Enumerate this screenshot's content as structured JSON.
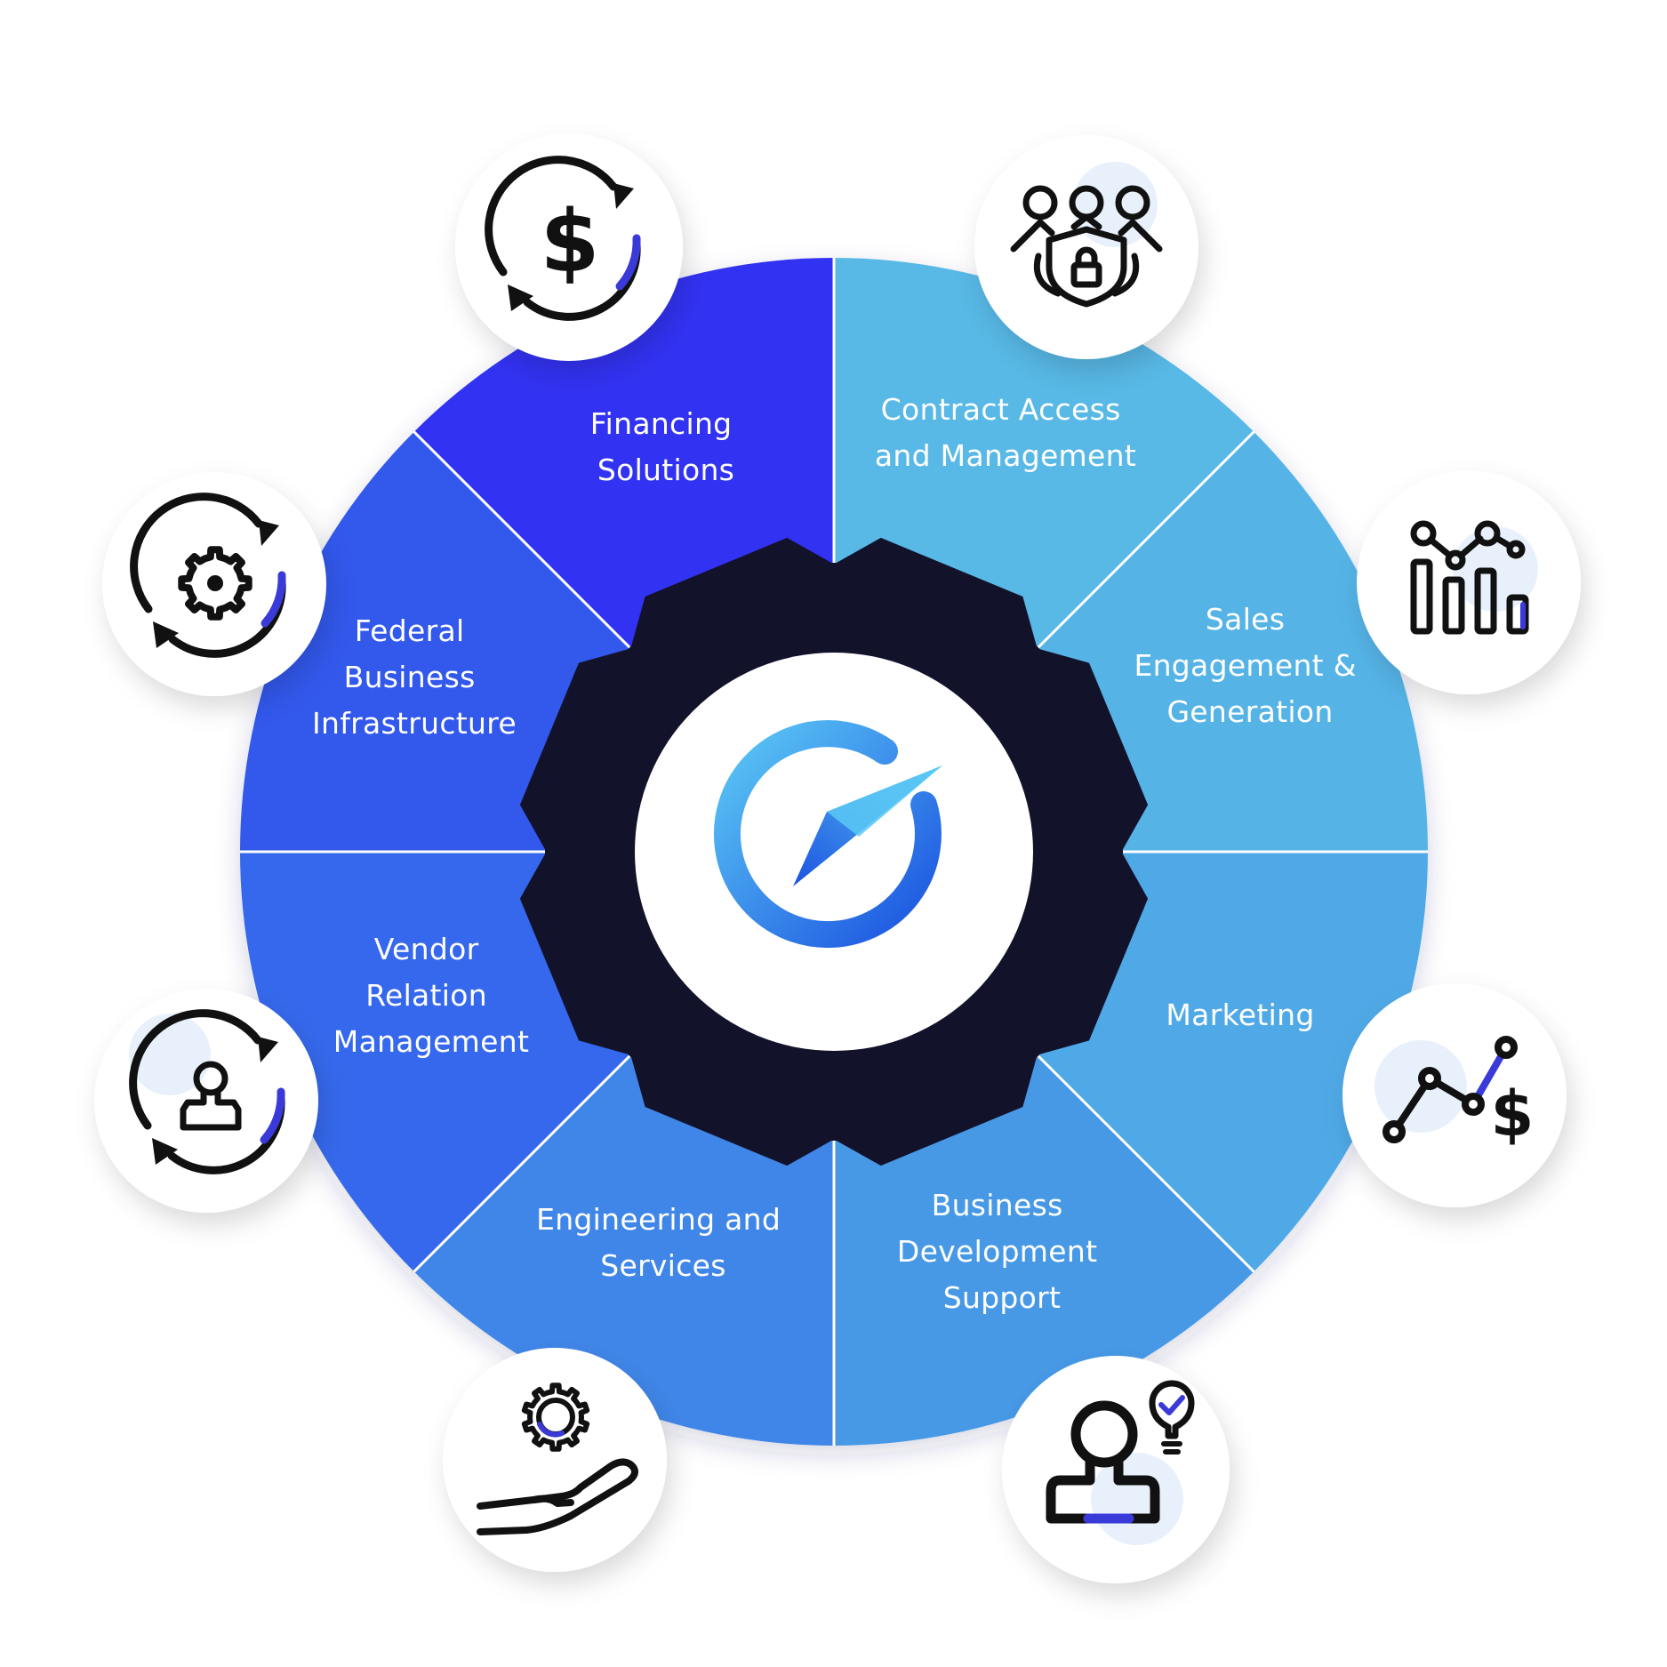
{
  "diagram": {
    "center_logo": "compass-logo-icon",
    "segments": [
      {
        "id": "financing-solutions",
        "label_lines": [
          "Financing",
          "Solutions"
        ],
        "color": "#3333F2",
        "icon": "dollar-cycle-icon"
      },
      {
        "id": "contract-access",
        "label_lines": [
          "Contract Access",
          "and Management"
        ],
        "color": "#58B8E6",
        "icon": "team-security-icon"
      },
      {
        "id": "sales-engagement",
        "label_lines": [
          "Sales",
          "Engagement &",
          "Generation"
        ],
        "color": "#55B3E6",
        "icon": "analytics-bars-icon"
      },
      {
        "id": "marketing",
        "label_lines": [
          "Marketing"
        ],
        "color": "#4FA9E6",
        "icon": "trend-dollar-icon"
      },
      {
        "id": "business-development",
        "label_lines": [
          "Business",
          "Development",
          "Support"
        ],
        "color": "#4699E6",
        "icon": "person-idea-icon"
      },
      {
        "id": "engineering-services",
        "label_lines": [
          "Engineering and",
          "Services"
        ],
        "color": "#3F86E8",
        "icon": "hand-gear-icon"
      },
      {
        "id": "vendor-relation",
        "label_lines": [
          "Vendor",
          "Relation",
          "Management"
        ],
        "color": "#3468EC",
        "icon": "person-cycle-icon"
      },
      {
        "id": "federal-business",
        "label_lines": [
          "Federal",
          "Business",
          "Infrastructure"
        ],
        "color": "#3359EC",
        "icon": "gear-cycle-icon"
      }
    ],
    "colors": {
      "gear": "#12122B",
      "icon_stroke": "#111111",
      "icon_accent": "#3A3AD9",
      "logo_light": "#5BC8F5",
      "logo_dark": "#1B52E0"
    }
  }
}
